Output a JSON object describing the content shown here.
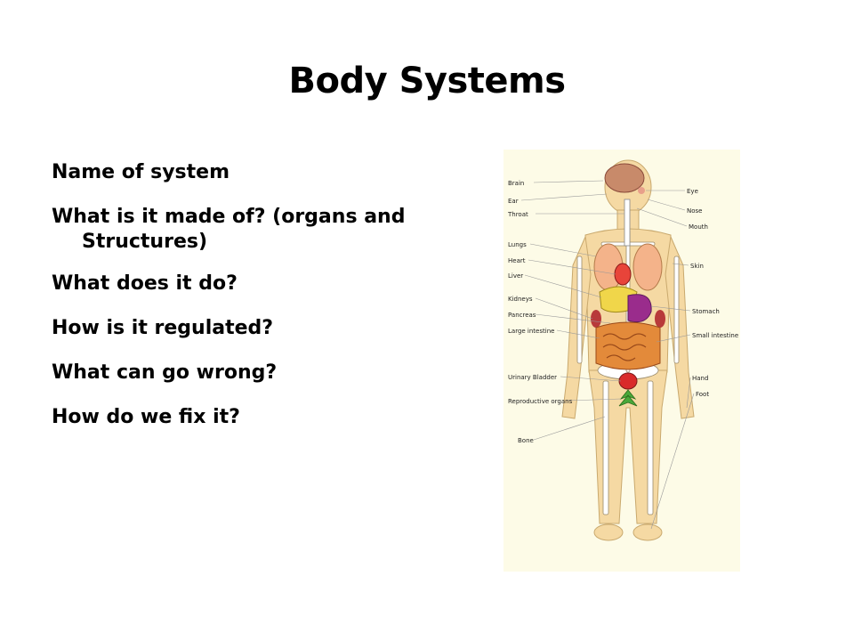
{
  "slide": {
    "title": "Body Systems",
    "bullets": [
      "Name of system",
      "What is it made of? (organs and Structures)",
      "What does it do?",
      "How is it regulated?",
      "What can go wrong?",
      "How do we fix it?"
    ]
  },
  "figure": {
    "labels_left": [
      "Brain",
      "Ear",
      "Throat",
      "Lungs",
      "Heart",
      "Liver",
      "Kidneys",
      "Pancreas",
      "Large intestine",
      "Urinary Bladder",
      "Reproductive organs",
      "Bone"
    ],
    "labels_right": [
      "Eye",
      "Nose",
      "Mouth",
      "Skin",
      "Stomach",
      "Small intestine",
      "Hand",
      "Foot"
    ],
    "colors": {
      "background": "#fdfbe7",
      "skin": "#f5d9a3",
      "bone": "#ffffff",
      "brain": "#c88a6a",
      "lungs": "#f4b38a",
      "heart": "#e8443a",
      "liver": "#f0d64a",
      "stomach": "#9a2c8c",
      "intestine": "#e38a3a",
      "bladder": "#d92a2a",
      "reproductive": "#4aa83a"
    }
  }
}
